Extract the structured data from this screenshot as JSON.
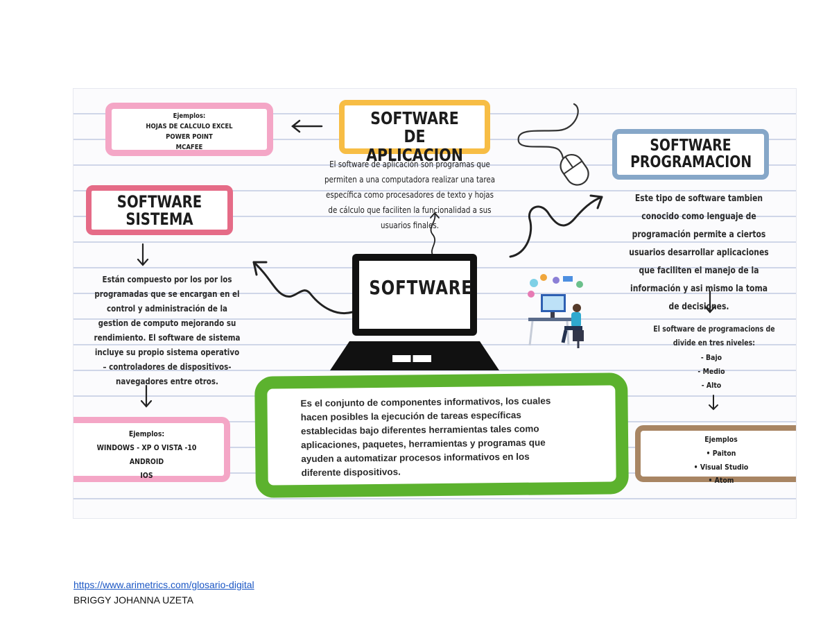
{
  "colors": {
    "pink": "#f4a6c6",
    "red_pink": "#e56b87",
    "orange": "#f7bd45",
    "blue": "#86a7c8",
    "green": "#5cb22e",
    "brown": "#a88563"
  },
  "aplicacion": {
    "title_line1": "SOFTWARE DE",
    "title_line2": "APLICACION",
    "description": "El software de aplicación son programas que permiten a una computadora realizar una tarea específica  como procesadores de texto y hojas de cálculo que faciliten la funcionalidad a sus usuarios finales.",
    "examples_heading": "Ejemplos:",
    "examples": [
      "HOJAS DE CALCULO EXCEL",
      "POWER POINT",
      "MCAFEE"
    ]
  },
  "sistema": {
    "title_line1": "SOFTWARE",
    "title_line2": "SISTEMA",
    "description": "Están compuesto por los por los programadas que se encargan en el control y administración de la gestion de computo mejorando su rendimiento. El software de sistema incluye su propio sistema operativo – controladores de dispositivos- navegadores entre otros.",
    "examples_heading": "Ejemplos:",
    "examples": [
      "WINDOWS  - XP O VISTA -10",
      "ANDROID",
      "IOS"
    ]
  },
  "programacion": {
    "title_line1": "SOFTWARE",
    "title_line2": "PROGRAMACION",
    "description": "Este tipo de software tambien conocido como lenguaje de programación permite a ciertos usuarios desarrollar aplicaciones que faciliten el manejo de la información y asi mismo la toma de decisiones.",
    "levels_text": "El software de programacions de divide en tres niveles:",
    "levels": [
      "- Bajo",
      "- Medio",
      "- Alto"
    ],
    "examples_heading": "Ejemplos",
    "examples": [
      "• Paiton",
      "• Visual Studio",
      "• Atom"
    ]
  },
  "center": {
    "label": "SOFTWARE",
    "definition": "Es el conjunto de componentes informativos, los cuales hacen posibles la ejecución de tareas específicas establecidas bajo diferentes herramientas tales como aplicaciones, paquetes, herramientas y programas que ayuden a automatizar procesos informativos en los diferente dispositivos."
  },
  "icons": [
    "mouse-icon",
    "programmer-illustration",
    "laptop-icon",
    "arrow-icon"
  ],
  "footer": {
    "link": "https://www.arimetrics.com/glosario-digital",
    "author": "BRIGGY JOHANNA UZETA"
  }
}
